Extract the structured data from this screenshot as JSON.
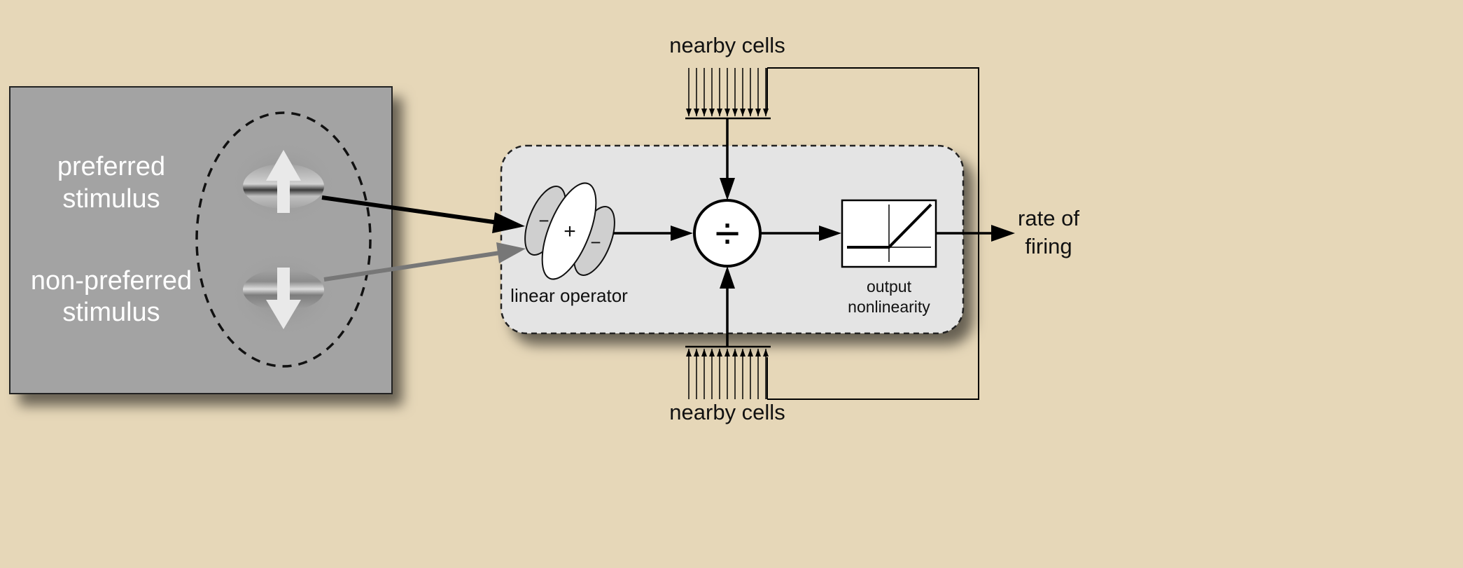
{
  "stimulus_panel": {
    "preferred_line1": "preferred",
    "preferred_line2": "stimulus",
    "nonpreferred_line1": "non-preferred",
    "nonpreferred_line2": "stimulus"
  },
  "model": {
    "top_input_label": "nearby cells",
    "bottom_input_label": "nearby cells",
    "linear_operator_label": "linear operator",
    "linear_operator_signs": [
      "−",
      "+",
      "−"
    ],
    "divide_symbol": "÷",
    "nonlinearity_line1": "output",
    "nonlinearity_line2": "nonlinearity",
    "output_line1": "rate of",
    "output_line2": "firing"
  },
  "colors": {
    "background": "#e6d7b8",
    "stimulus_panel": "#a3a3a3",
    "model_box": "#e4e4e4",
    "strong_input": "#000000",
    "weak_input": "#777777"
  }
}
